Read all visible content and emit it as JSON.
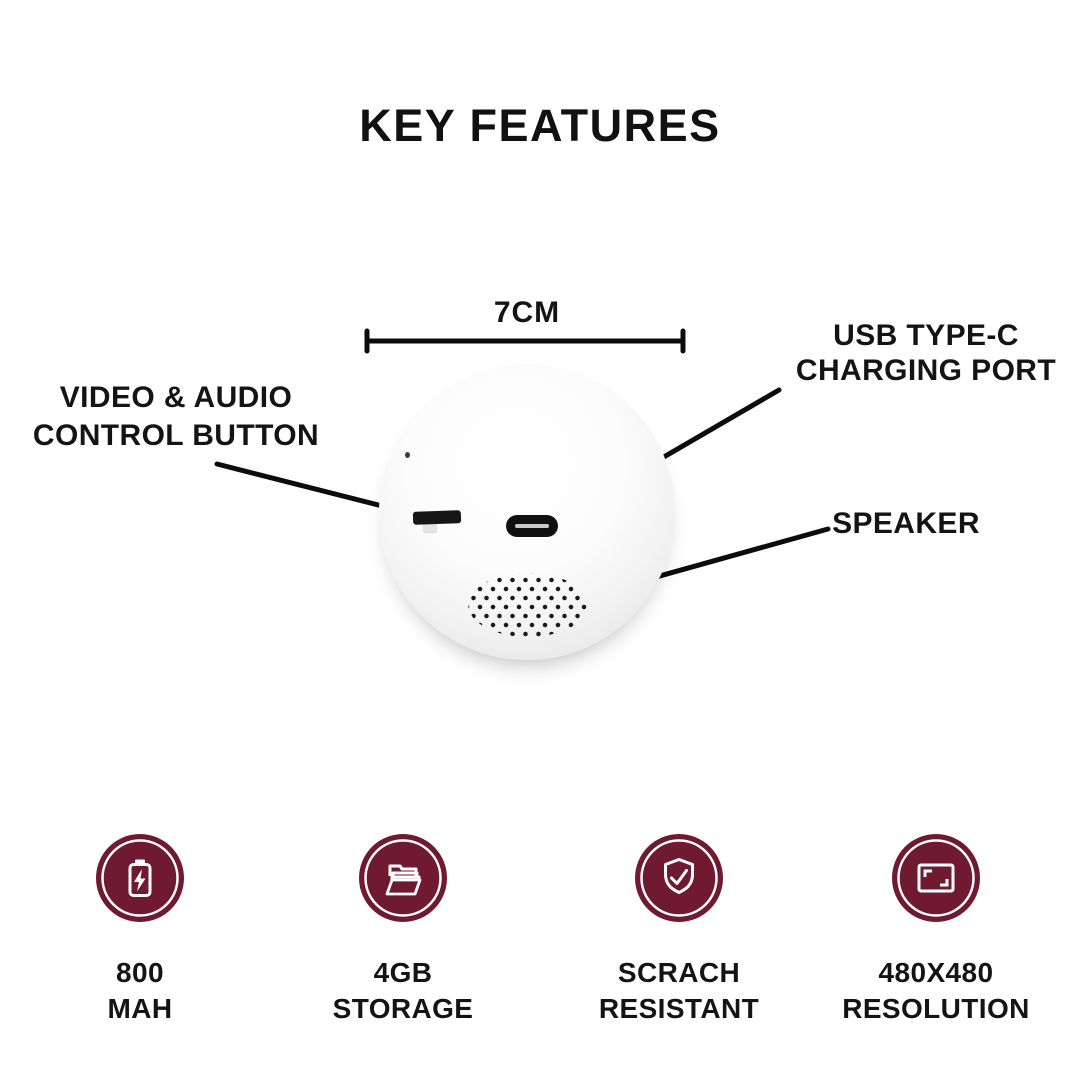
{
  "title": "KEY FEATURES",
  "device": {
    "dimension": "7CM"
  },
  "annotations": {
    "control_button": "VIDEO & AUDIO\nCONTROL BUTTON",
    "usb_port": "USB TYPE-C\nCHARGING PORT",
    "speaker": "SPEAKER"
  },
  "features": [
    {
      "icon": "battery-icon",
      "label": "800\nMAH"
    },
    {
      "icon": "folder-storage-icon",
      "label": "4GB\nSTORAGE"
    },
    {
      "icon": "shield-check-icon",
      "label": "SCRACH\nRESISTANT"
    },
    {
      "icon": "screen-resolution-icon",
      "label": "480X480\nRESOLUTION"
    }
  ],
  "colors": {
    "accent": "#701a32",
    "text": "#111111",
    "line": "#0c0c0c"
  }
}
